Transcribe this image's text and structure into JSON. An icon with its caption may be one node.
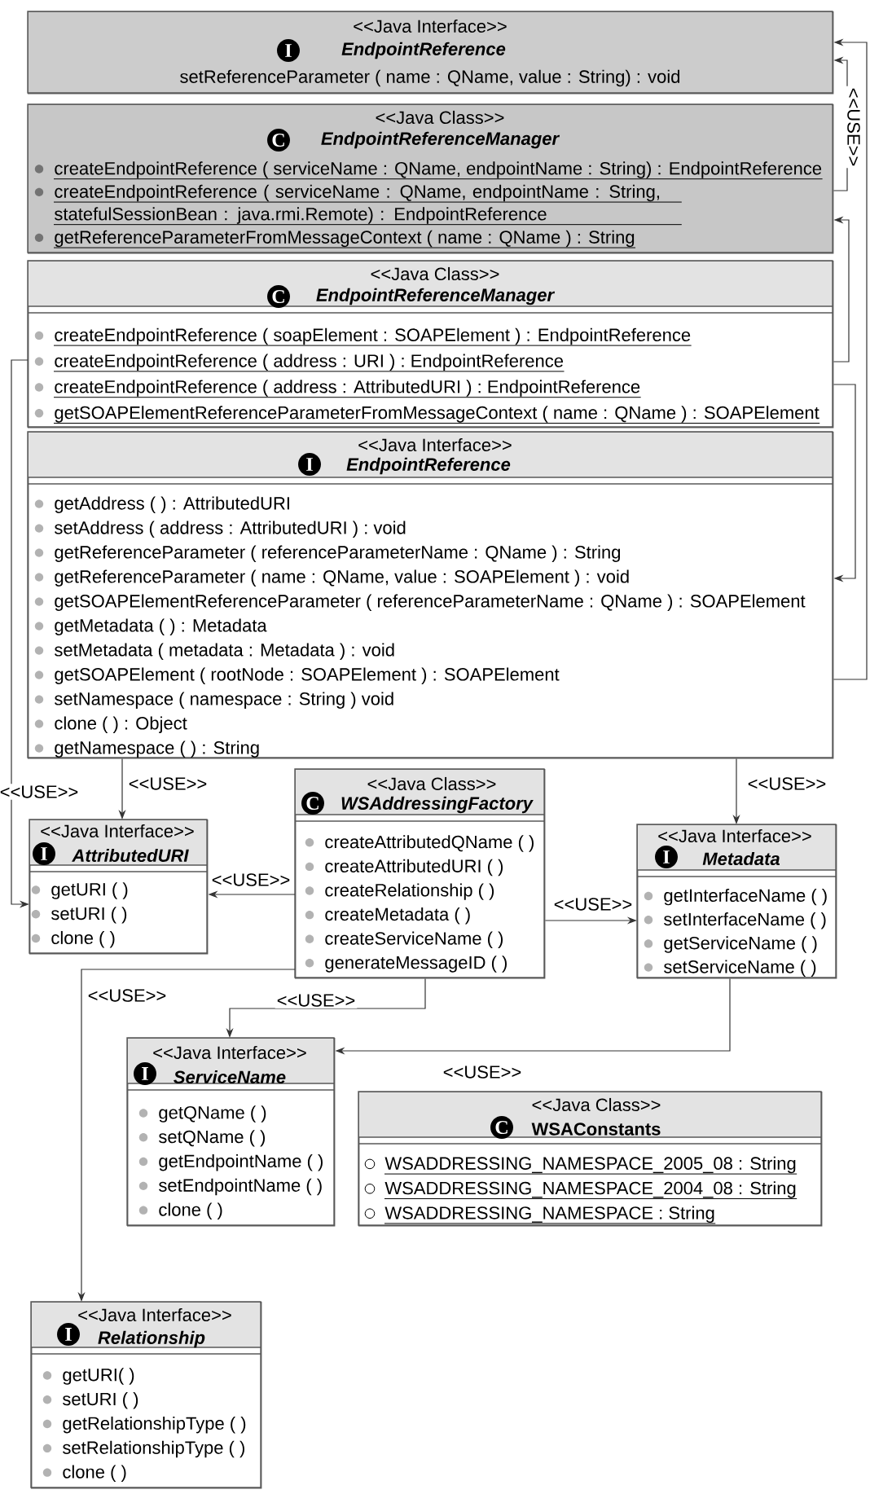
{
  "diagram": {
    "nodes": [
      {
        "text": [
          "<<Java Interface>>",
          "I",
          "EndpointReference",
          "setReferenceParameter ( name : QName, value : String) : void"
        ]
      },
      {
        "text": [
          "<<Java Class>>",
          "C",
          "EndpointReferenceManager",
          "createEndpointReference ( serviceName : QName, endpointName : String) : EndpointReference",
          "createEndpointReference ( serviceName : QName, endpointName : String, statefulSessionBean : java.rmi.Remote) : EndpointReference",
          "getReferenceParameterFromMessageContext ( name : QName ) : String"
        ]
      },
      {
        "text": [
          "<<Java Class>>",
          "C",
          "EndpointReferenceManager",
          "createEndpointReference ( soapElement : SOAPElement ) : EndpointReference",
          "createEndpointReference ( address : URI ) : EndpointReference",
          "createEndpointReference ( address : AttributedURI ) : EndpointReference",
          "getSOAPElementReferenceParameterFromMessageContext ( name : QName ) : SOAPElement"
        ]
      },
      {
        "text": [
          "<<Java Interface>>",
          "I",
          "EndpointReference",
          "getAddress ( ) : AttributedURI",
          "setAddress ( address : AttributedURI ) : void",
          "getReferenceParameter ( referenceParameterName : QName ) : String",
          "getReferenceParameter ( name : QName, value : SOAPElement ) : void",
          "getSOAPElementReferenceParameter ( referenceParameterName : QName ) : SOAPElement",
          "getMetadata ( ) : Metadata",
          "setMetadata ( metadata : Metadata ) : void",
          "getSOAPElement ( rootNode : SOAPElement ) : SOAPElement",
          "setNamespace ( namespace : String ) void",
          "clone ( ) : Object",
          "getNamespace ( ) : String"
        ]
      },
      {
        "text": [
          "<<Java Interface>>",
          "I",
          "AttributedURI",
          "getURI ( )",
          "setURI ( )",
          "clone ( )"
        ]
      },
      {
        "text": [
          "<<Java Class>>",
          "C",
          "WSAddressingFactory",
          "createAttributedQName ( )",
          "createAttributedURI ( )",
          "createRelationship ( )",
          "createMetadata ( )",
          "createServiceName ( )",
          "generateMessageID ( )"
        ]
      },
      {
        "text": [
          "<<Java Interface>>",
          "I",
          "Metadata",
          "getInterfaceName ( )",
          "setInterfaceName ( )",
          "getServiceName ( )",
          "setServiceName ( )"
        ]
      },
      {
        "text": [
          "<<Java Interface>>",
          "I",
          "ServiceName",
          "getQName ( )",
          "setQName ( )",
          "getEndpointName ( )",
          "setEndpointName ( )",
          "clone ( )"
        ]
      },
      {
        "text": [
          "<<Java Class>>",
          "C",
          "WSAConstants",
          "WSADDRESSING_NAMESPACE_2005_08 : String",
          "WSADDRESSING_NAMESPACE_2004_08 : String",
          "WSADDRESSING_NAMESPACE : String"
        ]
      },
      {
        "text": [
          "<<Java Interface>>",
          "I",
          "Relationship",
          "getURI( )",
          "setURI ( )",
          "getRelationshipType ( )",
          "setRelationshipType ( )",
          "clone ( )"
        ]
      }
    ],
    "edges": [
      {
        "from": 3,
        "to": 0,
        "arrow": "to"
      },
      {
        "from": 1,
        "to": 0,
        "arrow": "to",
        "label": "<<USE>>"
      },
      {
        "from": 2,
        "to": 1,
        "arrow": "to"
      },
      {
        "from": 2,
        "to": 3,
        "arrow": "to"
      },
      {
        "from": 2,
        "to": 4,
        "arrow": "to",
        "label": "<<USE>>"
      },
      {
        "from": 3,
        "to": 4,
        "arrow": "to",
        "label": "<<USE>>"
      },
      {
        "from": 3,
        "to": 6,
        "arrow": "to",
        "label": "<<USE>>"
      },
      {
        "from": 5,
        "to": 4,
        "arrow": "to",
        "label": "<<USE>>"
      },
      {
        "from": 5,
        "to": 6,
        "arrow": "to",
        "label": "<<USE>>"
      },
      {
        "from": 5,
        "to": 9,
        "arrow": "to",
        "label": "<<USE>>"
      },
      {
        "from": 5,
        "to": 7,
        "arrow": "to",
        "label": "<<USE>>"
      },
      {
        "from": 6,
        "to": 7,
        "arrow": "to",
        "label": "<<USE>>"
      }
    ]
  }
}
